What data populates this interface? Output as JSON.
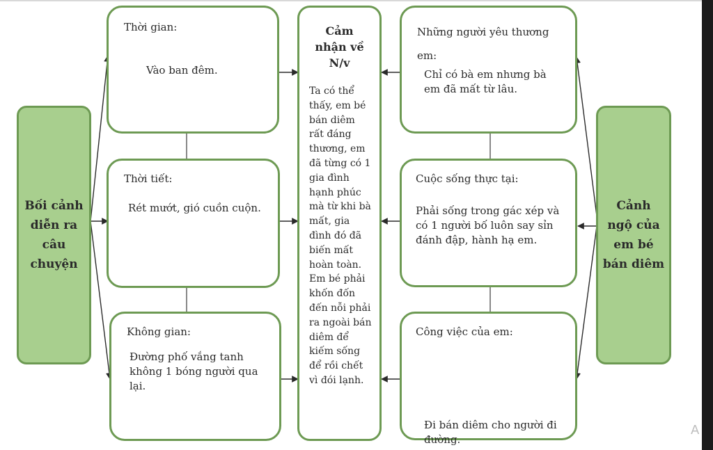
{
  "left": {
    "text": "Bối cảnh diễn ra câu chuyện"
  },
  "right": {
    "text": "Cảnh ngộ của em bé bán diêm"
  },
  "center": {
    "title": "Cảm nhận về N/v",
    "body": "Ta có thể thấy, em bé bán diêm rất đáng thương, em đã từng có 1 gia đình hạnh phúc mà từ khi bà mất, gia đình đó đã biến mất hoàn toàn. Em bé phải khốn đốn đến nỗi phải ra ngoài bán diêm để kiếm sống để rồi chết vì đói lạnh."
  },
  "left_boxes": [
    {
      "title": "Thời gian:",
      "body": "Vào ban đêm."
    },
    {
      "title": "Thời tiết:",
      "body": "Rét mướt, gió cuồn cuộn."
    },
    {
      "title": "Không gian:",
      "body": "Đường phố vắng tanh không 1 bóng người qua lại."
    }
  ],
  "right_boxes": [
    {
      "title": "Những người yêu thương em:",
      "body": "Chỉ có bà em nhưng bà em đã mất từ lâu."
    },
    {
      "title": "Cuộc sống thực tại:",
      "body": "Phải sống trong gác xép và có 1 người bố luôn say sỉn đánh đập, hành hạ em."
    },
    {
      "title": "Công việc của em:",
      "body": "Đi bán diêm cho người đi đường."
    }
  ],
  "colors": {
    "green_fill": "#a8cf8e",
    "green_border": "#6d9a53",
    "arrow": "#2a2a2a"
  },
  "watermark": "A"
}
